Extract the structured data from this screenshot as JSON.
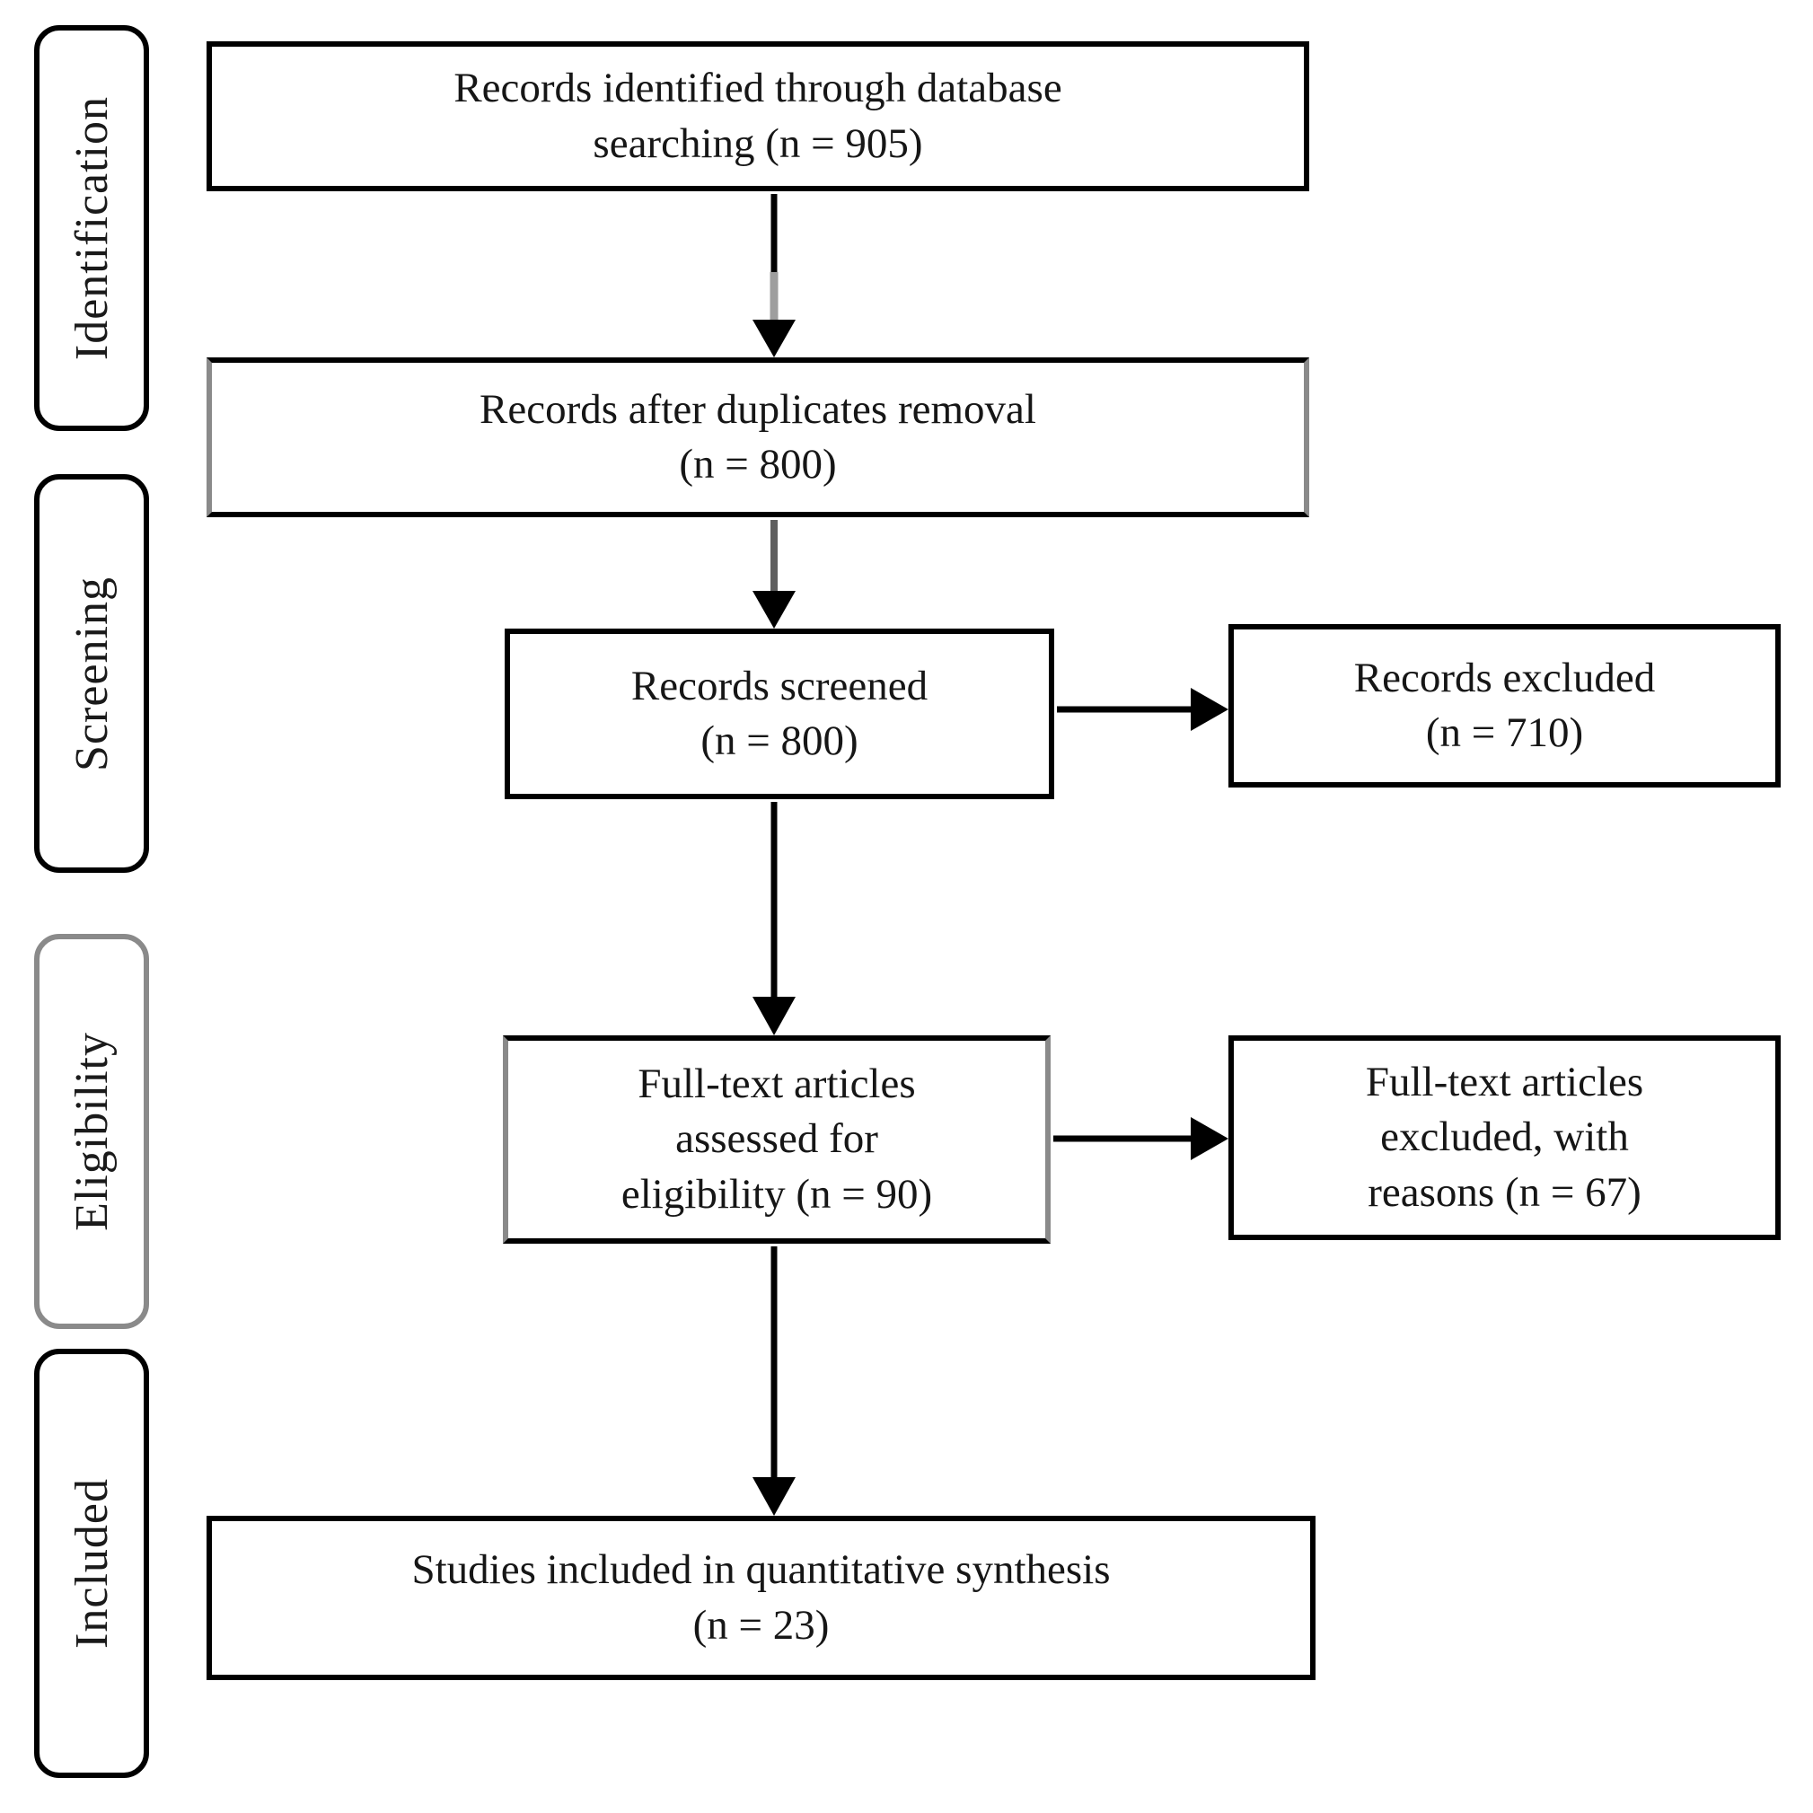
{
  "stages": [
    {
      "label": "Identification"
    },
    {
      "label": "Screening"
    },
    {
      "label": "Eligibility"
    },
    {
      "label": "Included"
    }
  ],
  "nodes": {
    "identified": {
      "lines": [
        "Records identified through database",
        "searching (n = 905)"
      ],
      "n": 905
    },
    "deduplicated": {
      "lines": [
        "Records after duplicates removal",
        "(n = 800)"
      ],
      "n": 800
    },
    "screened": {
      "lines": [
        "Records screened",
        "(n = 800)"
      ],
      "n": 800
    },
    "records_excluded": {
      "lines": [
        "Records excluded",
        "(n = 710)"
      ],
      "n": 710
    },
    "fulltext_assessed": {
      "lines": [
        "Full-text articles",
        "assessed for",
        "eligibility (n = 90)"
      ],
      "n": 90
    },
    "fulltext_excluded": {
      "lines": [
        "Full-text articles",
        "excluded, with",
        "reasons (n = 67)"
      ],
      "n": 67
    },
    "included_studies": {
      "lines": [
        "Studies included in quantitative synthesis",
        "(n = 23)"
      ],
      "n": 23
    }
  },
  "colors": {
    "border_black": "#000000",
    "border_gray": "#8a8a8a",
    "arrow_black": "#000000",
    "arrow_gray": "#9e9e9e",
    "text": "#161616",
    "background": "#ffffff"
  }
}
